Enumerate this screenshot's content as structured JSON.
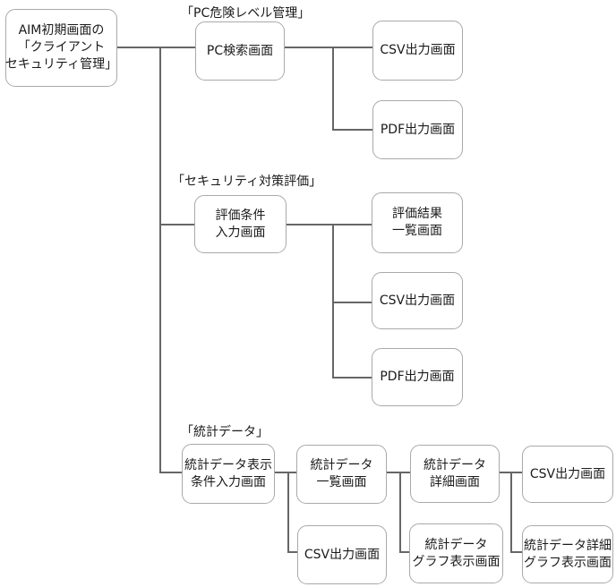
{
  "diagram_title": "AIM client security management screen transition diagram",
  "colors": {
    "background": "#ffffff",
    "box_border": "#a9a9a9",
    "connector_line": "#666666",
    "text": "#1a1a1a"
  },
  "section_labels": {
    "pc_risk": "「PC危険レベル管理」",
    "security_eval": "「セキュリティ対策評価」",
    "statistics": "「統計データ」"
  },
  "nodes": {
    "aim": {
      "lines": [
        "AIM初期画面の",
        "「クライアント",
        "セキュリティ管理」"
      ]
    },
    "pc_search": {
      "lines": [
        "PC検索画面"
      ]
    },
    "csv1": {
      "lines": [
        "CSV出力画面"
      ]
    },
    "pdf1": {
      "lines": [
        "PDF出力画面"
      ]
    },
    "eval_cond": {
      "lines": [
        "評価条件",
        "入力画面"
      ]
    },
    "eval_result": {
      "lines": [
        "評価結果",
        "一覧画面"
      ]
    },
    "csv2": {
      "lines": [
        "CSV出力画面"
      ]
    },
    "pdf2": {
      "lines": [
        "PDF出力画面"
      ]
    },
    "stat_cond": {
      "lines": [
        "統計データ表示",
        "条件入力画面"
      ]
    },
    "stat_list": {
      "lines": [
        "統計データ",
        "一覧画面"
      ]
    },
    "csv3": {
      "lines": [
        "CSV出力画面"
      ]
    },
    "stat_detail": {
      "lines": [
        "統計データ",
        "詳細画面"
      ]
    },
    "stat_graph": {
      "lines": [
        "統計データ",
        "グラフ表示画面"
      ]
    },
    "csv4": {
      "lines": [
        "CSV出力画面"
      ]
    },
    "stat_detail_graph": {
      "lines": [
        "統計データ詳細",
        "グラフ表示画面"
      ]
    }
  }
}
